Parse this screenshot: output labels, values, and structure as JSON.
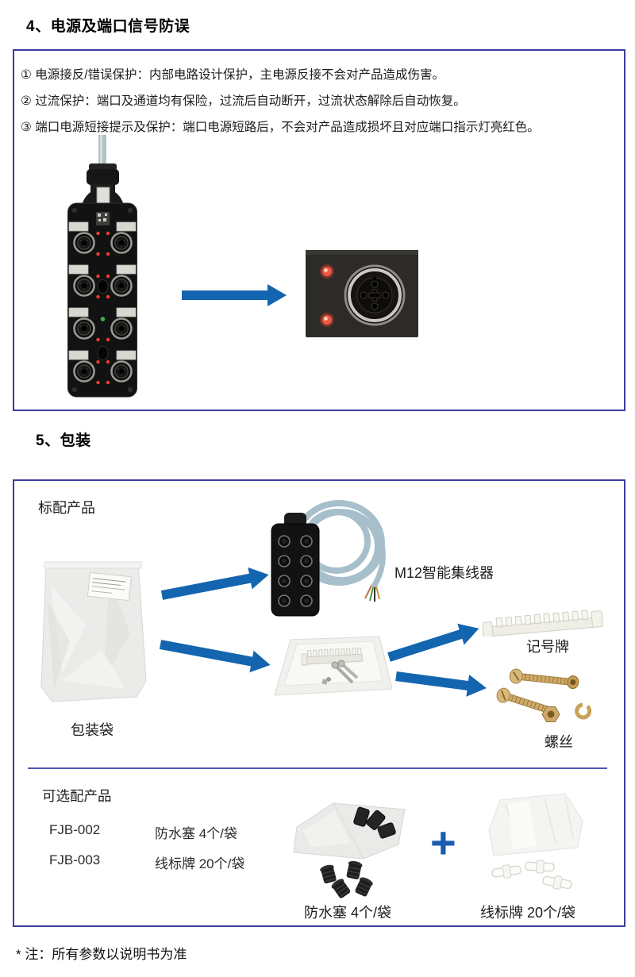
{
  "section4": {
    "title": "4、电源及端口信号防误",
    "items": [
      "① 电源接反/错误保护：内部电路设计保护，主电源反接不会对产品造成伤害。",
      "② 过流保护：端口及通道均有保险，过流后自动断开，过流状态解除后自动恢复。",
      "③ 端口电源短接提示及保护：端口电源短路后，不会对产品造成损坏且对应端口指示灯亮红色。"
    ]
  },
  "section5": {
    "title": "5、包装",
    "standard": {
      "heading": "标配产品",
      "bag_caption": "包装袋",
      "hub_caption": "M12智能集线器",
      "marker_caption": "记号牌",
      "screws_caption": "螺丝"
    },
    "optional": {
      "heading": "可选配产品",
      "rows": [
        {
          "model": "FJB-002",
          "desc": "防水塞 4个/袋"
        },
        {
          "model": "FJB-003",
          "desc": "线标牌 20个/袋"
        }
      ],
      "plus": "+",
      "plugs_caption": "防水塞 4个/袋",
      "tags_caption": "线标牌 20个/袋"
    }
  },
  "footer_note": "* 注：所有参数以说明书为准",
  "colors": {
    "box_border": "#3c3c9c",
    "inner_divider": "#5156ad",
    "arrow_blue": "#1465af",
    "plus_blue": "#1a5cb0",
    "led_red": "#e8412e",
    "led_green": "#43b14b"
  }
}
